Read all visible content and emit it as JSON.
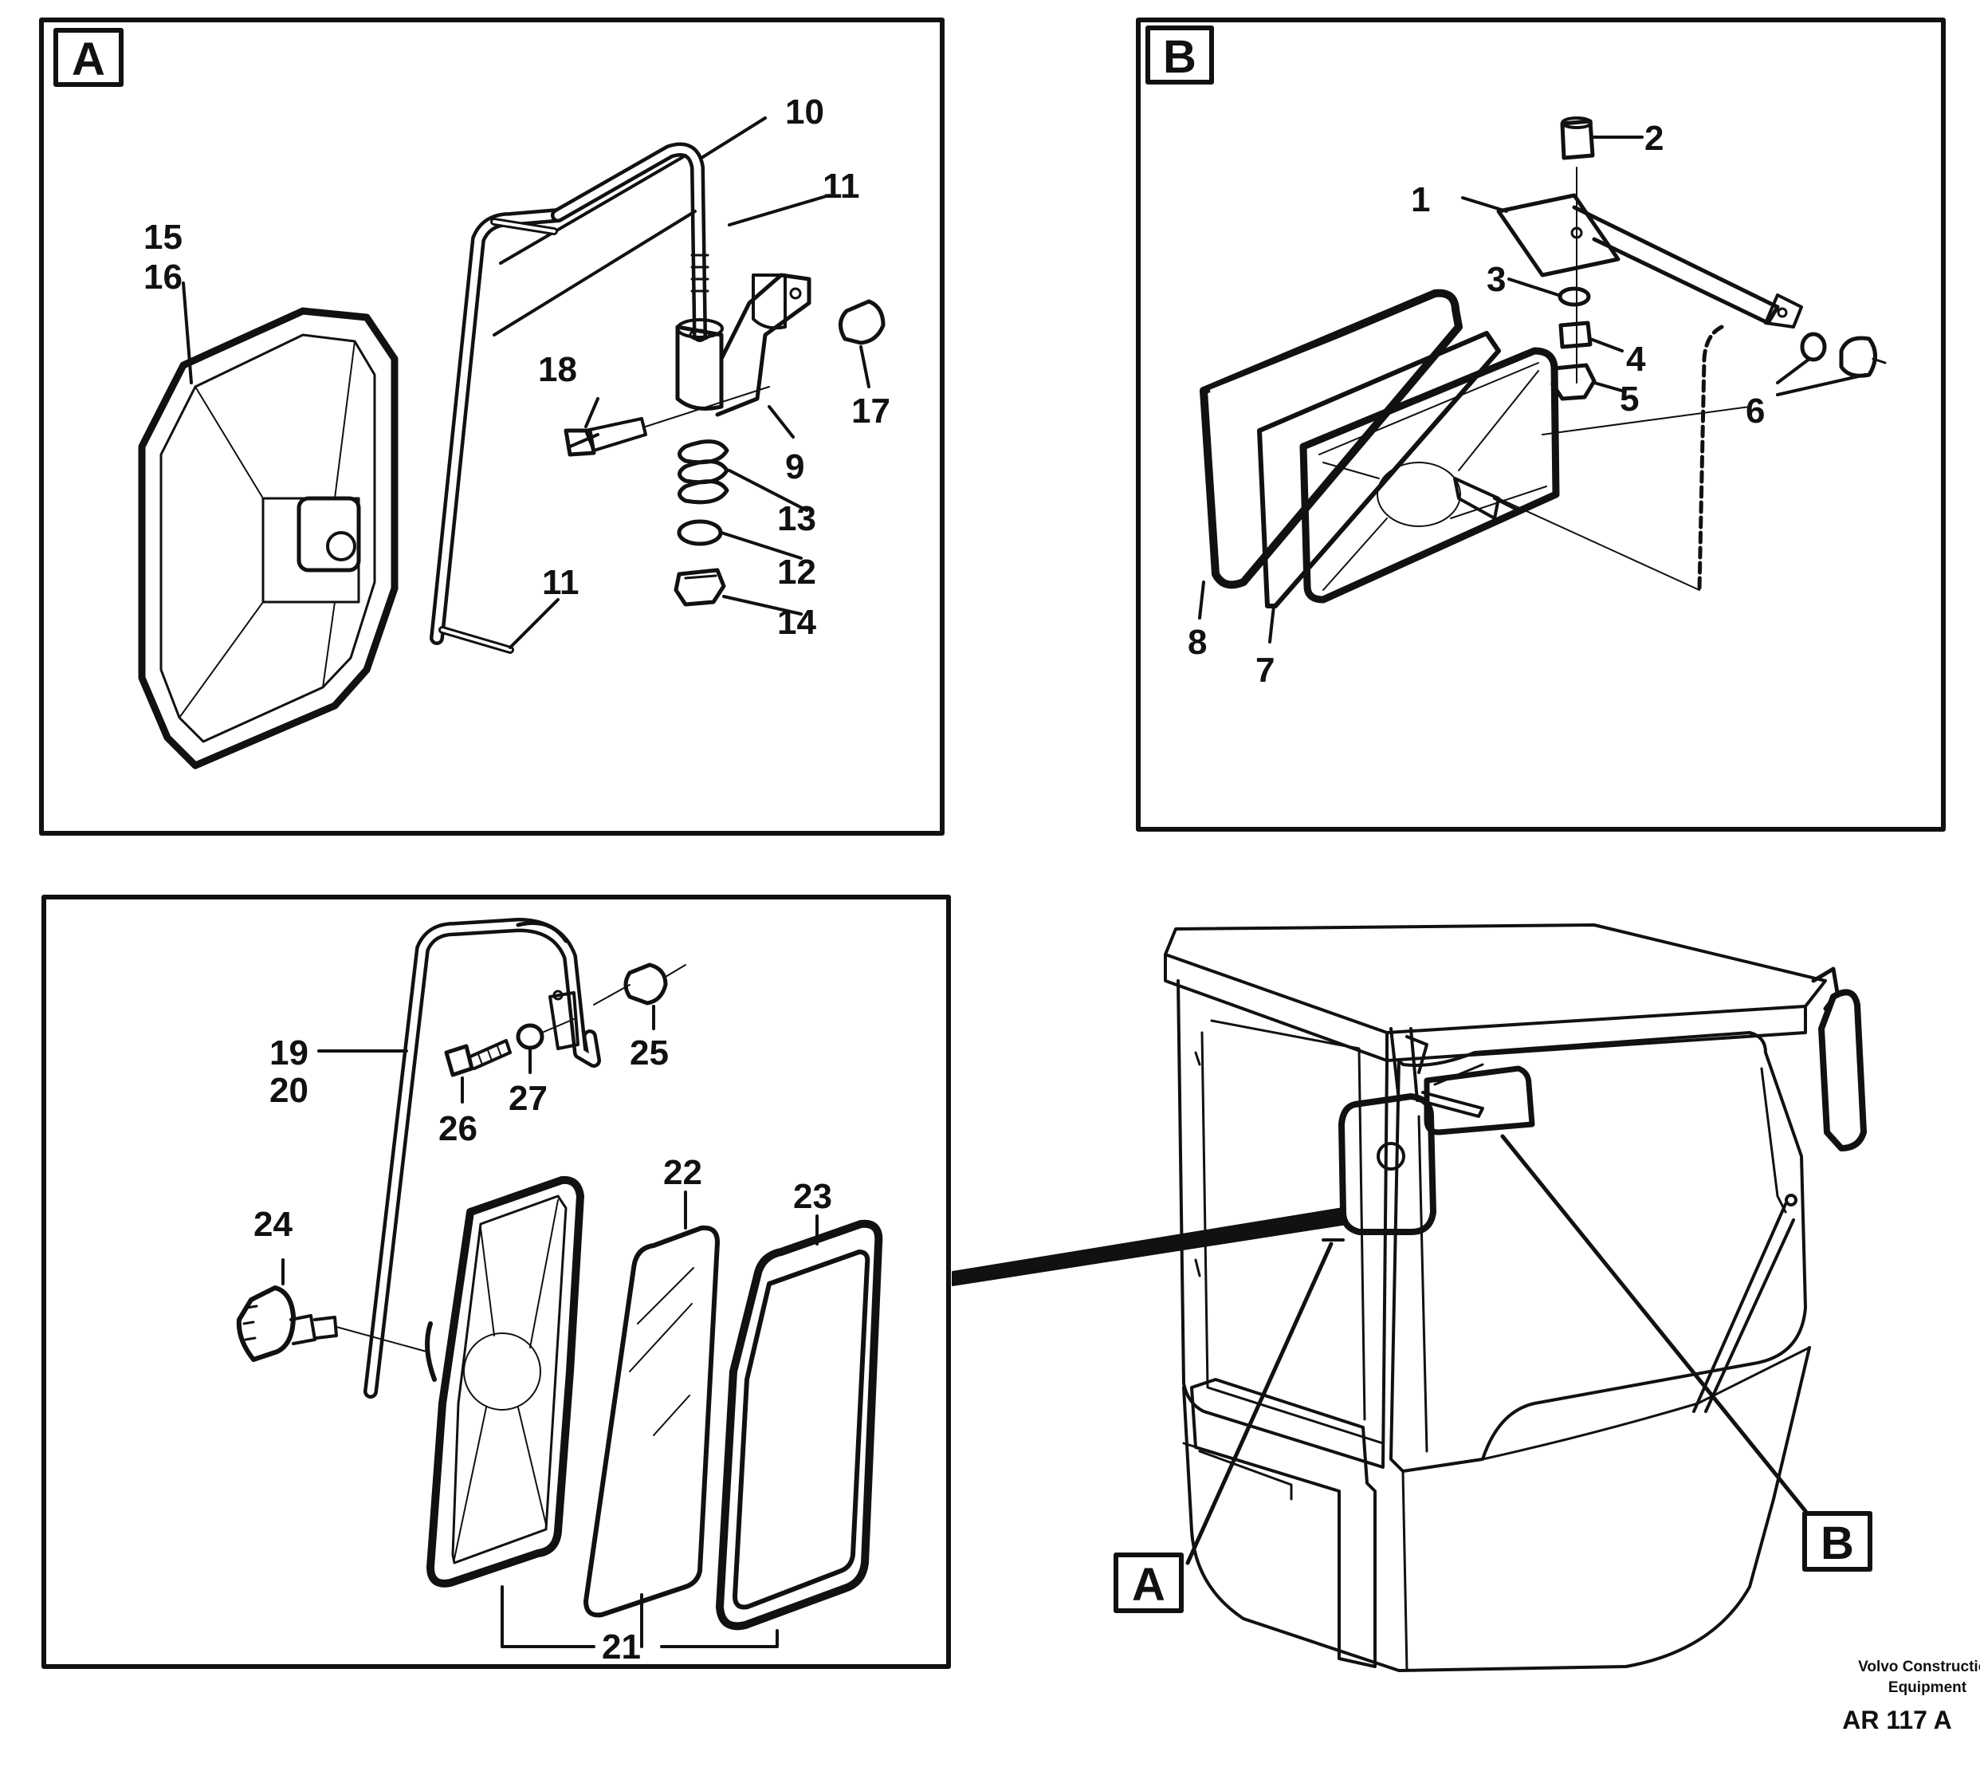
{
  "panels": {
    "a_tag": "A",
    "b_tag": "B"
  },
  "callouts_a": [
    "10",
    "11",
    "15",
    "16",
    "18",
    "17",
    "9",
    "13",
    "12",
    "14",
    "11"
  ],
  "callouts_b": [
    "2",
    "1",
    "3",
    "4",
    "5",
    "6",
    "8",
    "7"
  ],
  "callouts_c": [
    "19",
    "20",
    "25",
    "26",
    "27",
    "24",
    "22",
    "23",
    "21"
  ],
  "cab_tags": {
    "a": "A",
    "b": "B"
  },
  "credit": {
    "line1": "Volvo Construction",
    "line2": "Equipment",
    "code": "AR 117 A"
  },
  "colors": {
    "ink": "#111111",
    "paper": "#ffffff"
  }
}
